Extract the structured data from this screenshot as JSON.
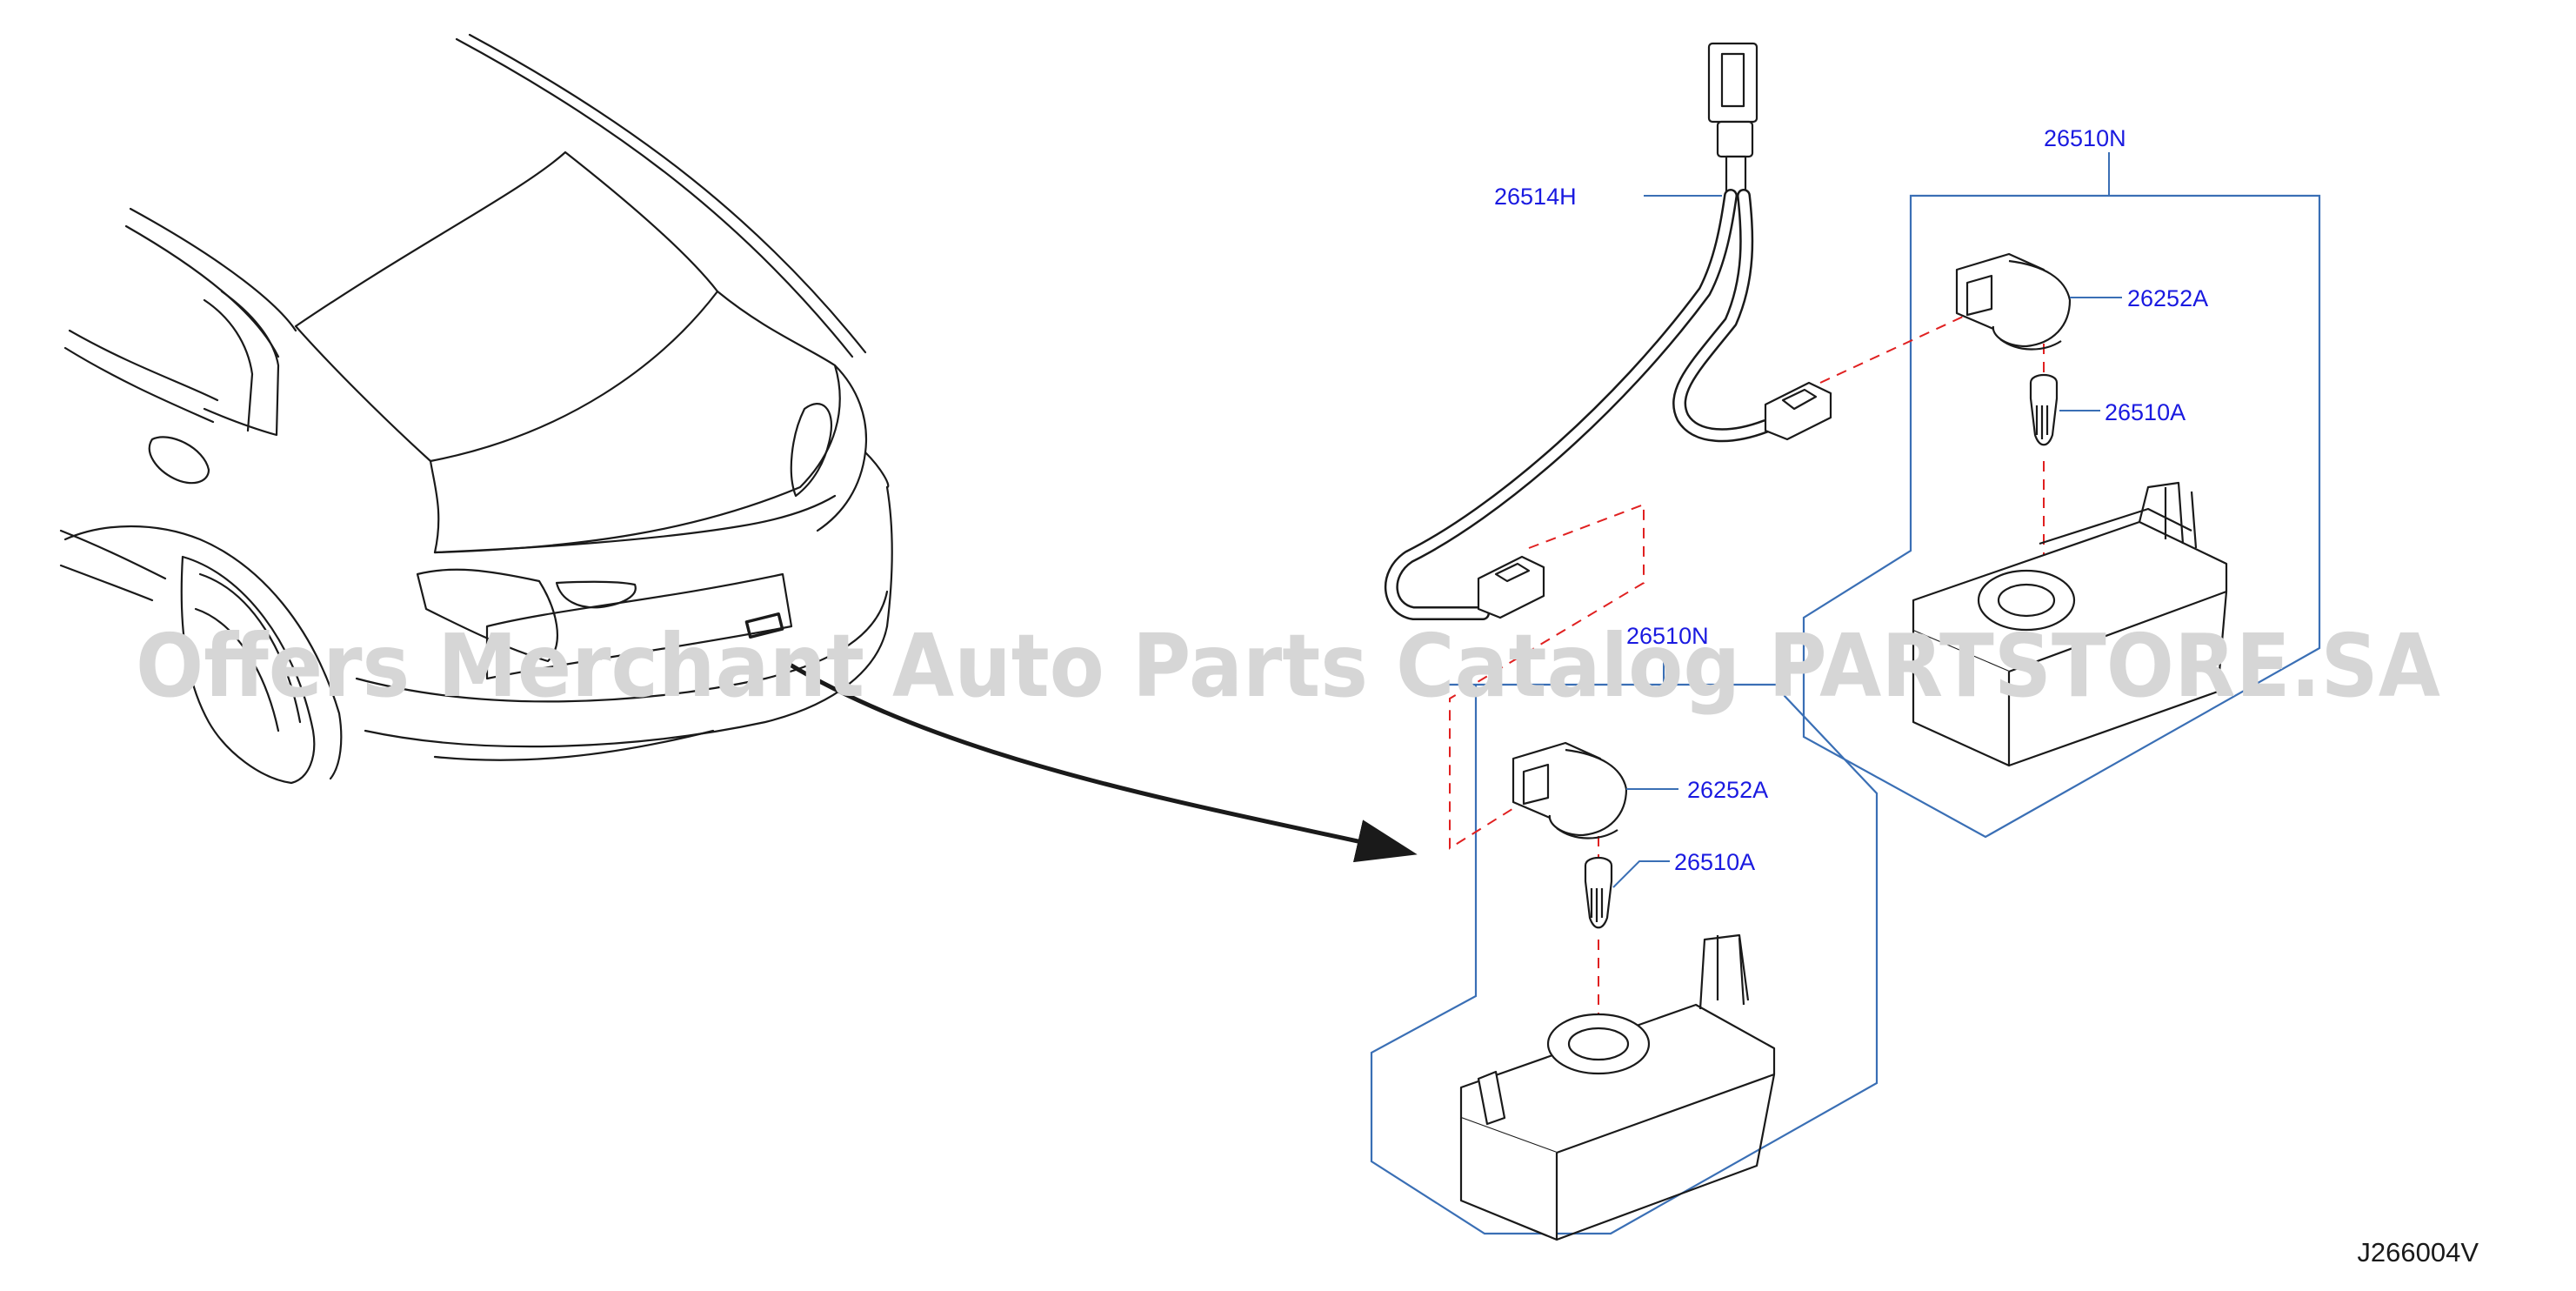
{
  "diagram": {
    "watermark": "Offers Merchant Auto Parts Catalog PARTSTORE.SA",
    "diagram_id": "J266004V",
    "colors": {
      "line": "#1a1a1a",
      "label": "#1a1ae0",
      "group_frame": "#3a6fb5",
      "leader_dashed": "#e02020",
      "watermark": "#d6d6d6"
    },
    "parts": {
      "harness": "26514H",
      "lamp_assembly_right": "26510N",
      "socket_right": "26252A",
      "bulb_right": "26510A",
      "lamp_assembly_left": "26510N",
      "socket_left": "26252A",
      "bulb_left": "26510A"
    }
  }
}
